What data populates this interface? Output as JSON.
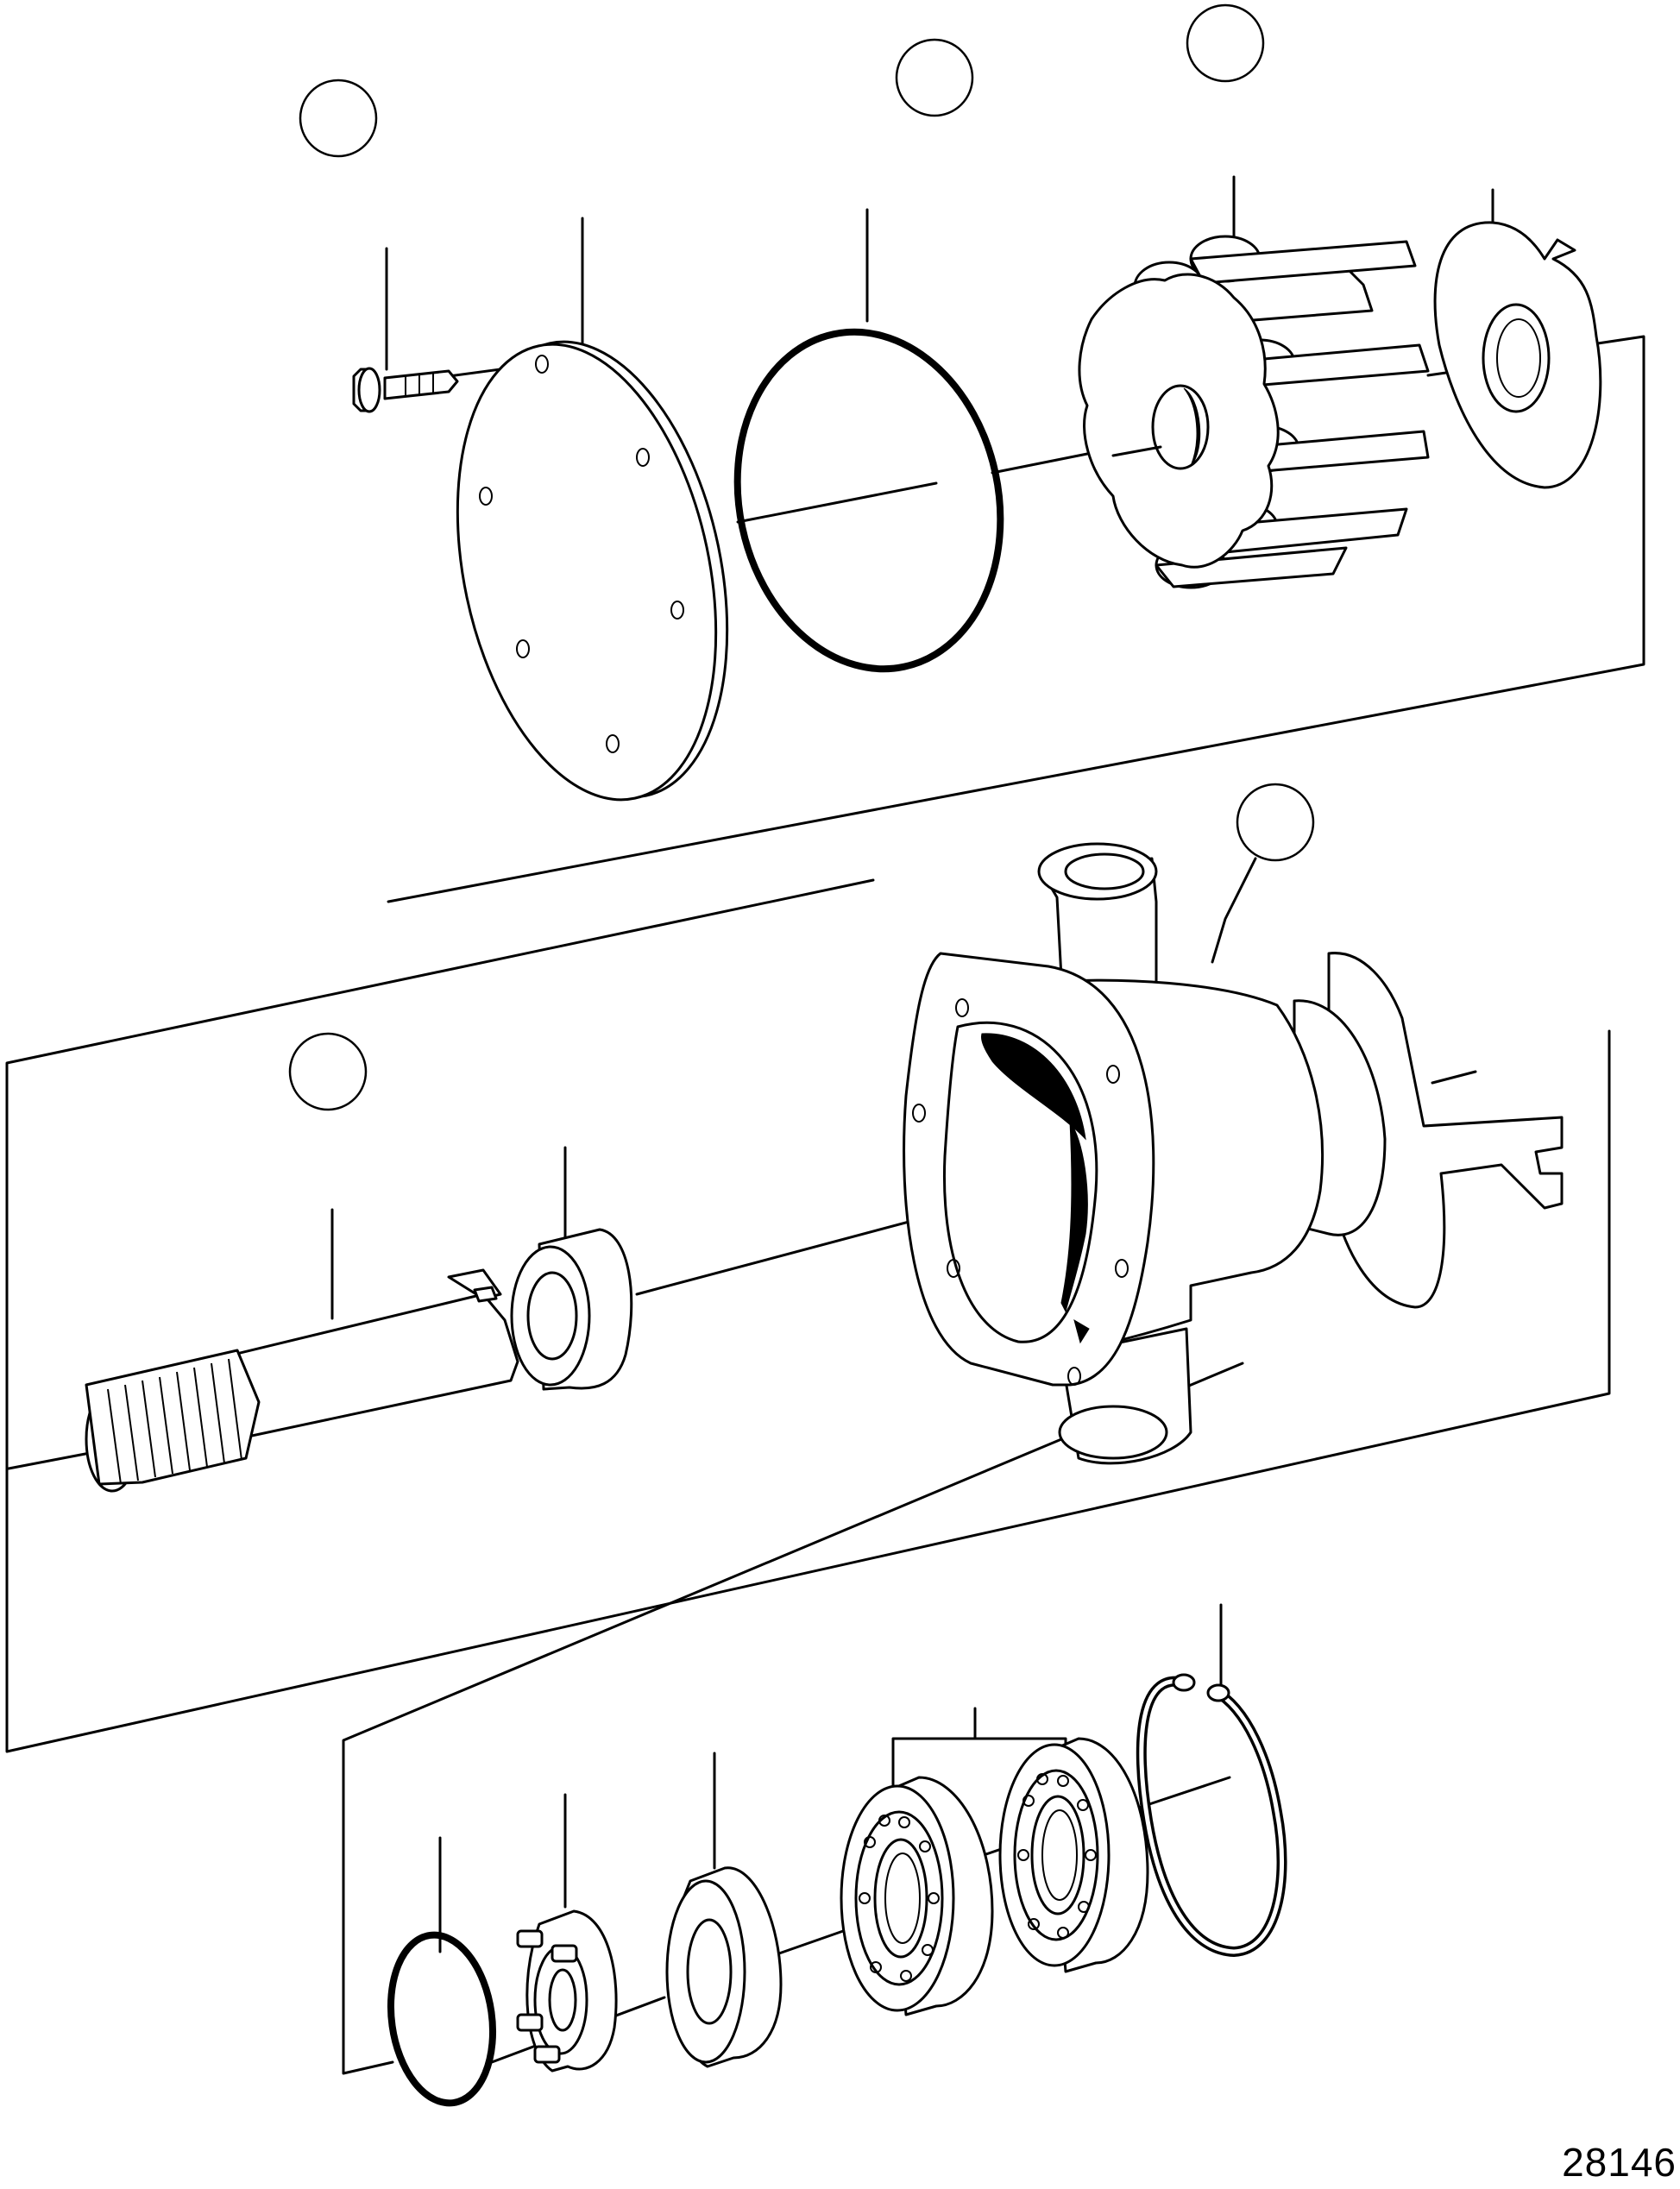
{
  "figure": {
    "reference_number": "28146",
    "line_color": "#000000",
    "background_color": "#ffffff"
  },
  "parts": {
    "top_group": [
      "bolt",
      "cover-plate",
      "o-ring",
      "impeller",
      "wear-plate"
    ],
    "middle_group": [
      "shaft",
      "shaft-seal",
      "pump-housing"
    ],
    "bottom_group": [
      "o-ring-small",
      "seal-retainer",
      "seal-ring",
      "ball-bearing",
      "ball-bearing",
      "circlip"
    ]
  }
}
